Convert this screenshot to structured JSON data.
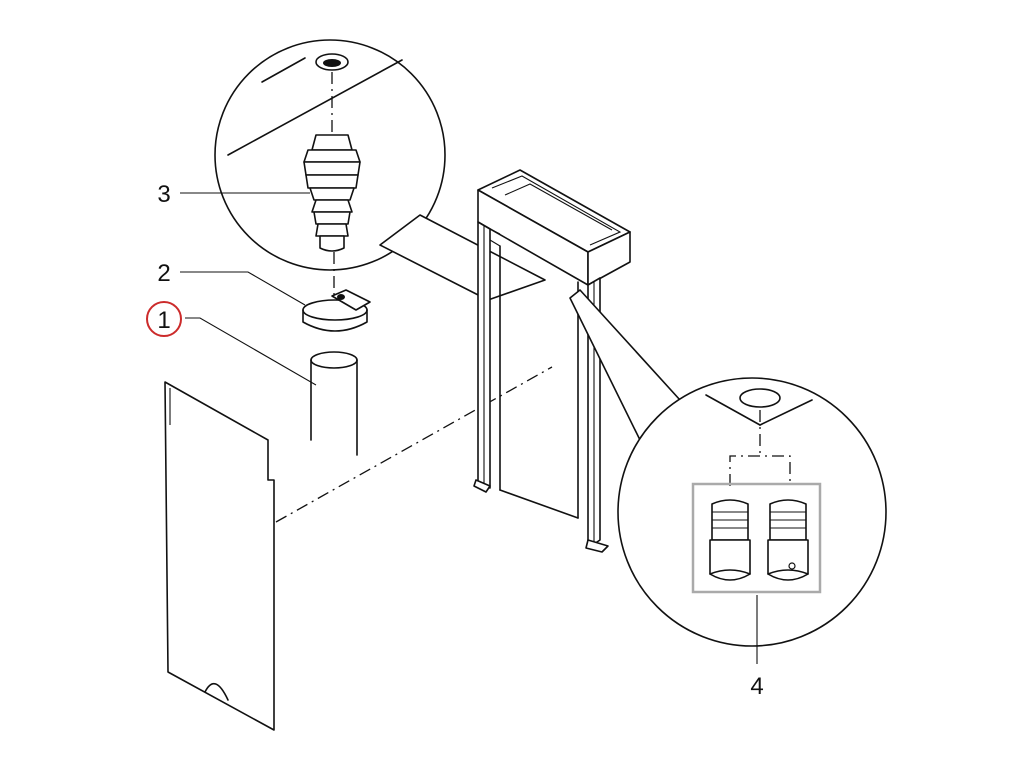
{
  "diagram": {
    "callouts": [
      {
        "id": "1",
        "label": "1",
        "highlighted": true
      },
      {
        "id": "2",
        "label": "2",
        "highlighted": false
      },
      {
        "id": "3",
        "label": "3",
        "highlighted": false
      },
      {
        "id": "4",
        "label": "4",
        "highlighted": false
      }
    ],
    "colors": {
      "line": "#111111",
      "highlight_circle": "#cc2b2b",
      "group_box": "#aaaaaa"
    }
  }
}
